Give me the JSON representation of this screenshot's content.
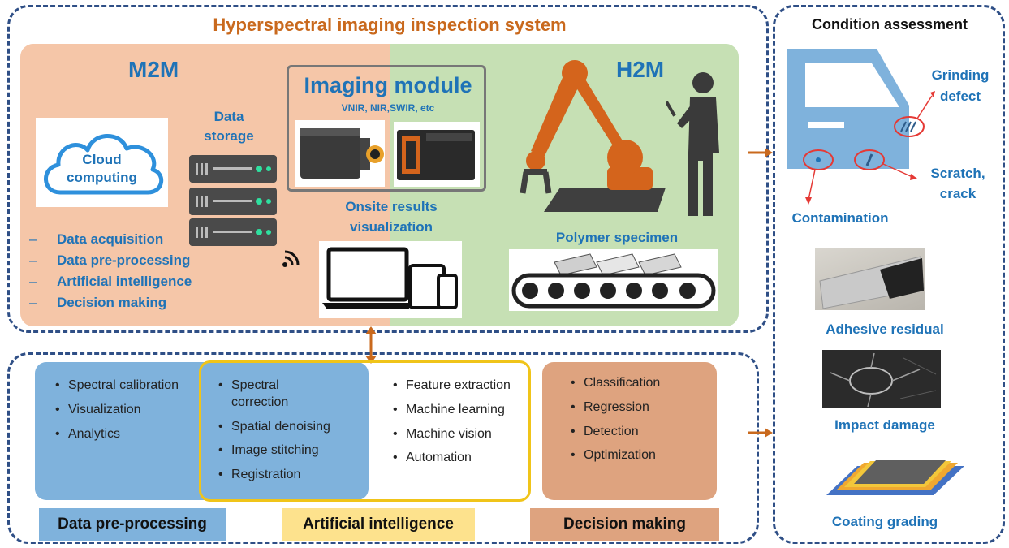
{
  "system_title": "Hyperspectral imaging inspection system",
  "m2m": {
    "title": "M2M",
    "cloud_line1": "Cloud",
    "cloud_line2": "computing",
    "data_storage_line1": "Data",
    "data_storage_line2": "storage",
    "steps": [
      "Data acquisition",
      "Data pre-processing",
      "Artificial intelligence",
      "Decision making"
    ],
    "onsite_line1": "Onsite results",
    "onsite_line2": "visualization"
  },
  "imaging": {
    "title": "Imaging module",
    "subtitle": "VNIR, NIR,SWIR, etc"
  },
  "h2m": {
    "title": "H2M",
    "specimen": "Polymer specimen"
  },
  "bottom": {
    "pre_processing": {
      "items": [
        "Spectral calibration",
        "Visualization",
        "Analytics"
      ],
      "label": "Data pre-processing"
    },
    "overlap_items": [
      "Spectral correction",
      "Spatial denoising",
      "Image stitching",
      "Registration"
    ],
    "ai": {
      "items": [
        "Feature extraction",
        "Machine learning",
        "Machine vision",
        "Automation"
      ],
      "label": "Artificial intelligence"
    },
    "decision": {
      "items": [
        "Classification",
        "Regression",
        "Detection",
        "Optimization"
      ],
      "label": "Decision making"
    }
  },
  "condition": {
    "title": "Condition assessment",
    "grinding_line1": "Grinding",
    "grinding_line2": "defect",
    "scratch_line1": "Scratch,",
    "scratch_line2": "crack",
    "contamination": "Contamination",
    "adhesive": "Adhesive residual",
    "impact": "Impact damage",
    "coating": "Coating grading"
  },
  "colors": {
    "m2m_bg": "#f5c6a8",
    "h2m_bg": "#c6e0b4",
    "blue_panel": "#7fb2dc",
    "yellow_border": "#f0c419",
    "brown_panel": "#dea37f",
    "label_blue": "#7fb2dc",
    "label_yellow": "#fde28d",
    "label_brown": "#dea37f",
    "dashed_border": "#2f4f86",
    "orange_text": "#c9691d",
    "blue_text": "#1f73b7",
    "robot_orange": "#d4641c"
  }
}
